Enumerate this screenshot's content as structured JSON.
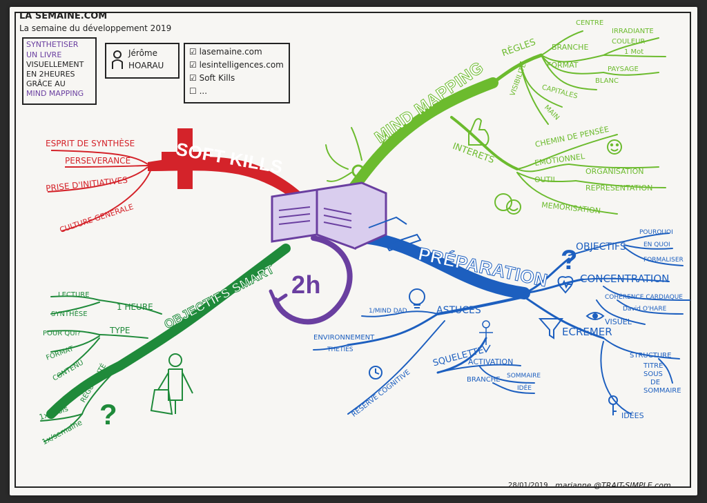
{
  "colors": {
    "red": "#d4232a",
    "green_light": "#6cbb2e",
    "green_dark": "#1f8a3a",
    "blue": "#1d5fbf",
    "purple": "#6a3fa0",
    "ink": "#222222"
  },
  "header": {
    "site": "LA SEMAINE.COM",
    "event": "La semaine du développement 2019"
  },
  "summary_box": {
    "lines": [
      "SYNTHETISER",
      "UN LIVRE",
      "VISUELLEMENT",
      "EN 2HEURES",
      "GRÂCE AU",
      "MIND MAPPING"
    ]
  },
  "author": {
    "first": "Jérôme",
    "last": "HOARAU",
    "icon": "person-icon"
  },
  "links": [
    "lasemaine.com",
    "lesintelligences.com",
    "Soft Kills",
    "..."
  ],
  "center": {
    "label": "2h",
    "icon": "open-book-icon"
  },
  "branches": {
    "soft_kills": {
      "title": "SOFT KILLS",
      "items": [
        "ESPRIT DE SYNTHÈSE",
        "PERSEVERANCE",
        "PRISE D'INITIATIVES",
        "CULTURE GENERALE"
      ]
    },
    "mind_mapping": {
      "title": "MIND MAPPING",
      "regles": "RÈGLES",
      "visibilite": "VISIBILITE",
      "centre": "CENTRE",
      "branche": "BRANCHE",
      "irradiante": "IRRADIANTE",
      "couleur": "COULEUR",
      "un_mot": "1 Mot",
      "format": "FORMAT",
      "paysage": "PAYSAGE",
      "blanc": "BLANC",
      "capitales": "CAPITALES",
      "main": "MAIN",
      "interets": "INTERETS",
      "chemin": "CHEMIN DE PENSÉE",
      "emotionnel": "EMOTIONNEL",
      "organisation": "ORGANISATION",
      "outil": "OUTIL",
      "representation": "REPRESENTATION",
      "memorisation": "MEMORISATION"
    },
    "preparation": {
      "title": "PRÉPARATION",
      "objectifs": "OBJECTIFS",
      "pourquoi": "POURQUOI",
      "en_quoi": "EN QUOI",
      "formaliser": "FORMALISER",
      "concentration": "CONCENTRATION",
      "coherence": "COHÉRENCE CARDIAQUE",
      "david": "David O'HARE",
      "visuel": "VISUEL",
      "ecremer": "ECREMER",
      "structure": "STRUCTURE",
      "titre": "TITRE",
      "sous": "SOUS",
      "de": "DE",
      "sommaire": "SOMMAIRE",
      "idees": "IDÉES",
      "astuces": "ASTUCES",
      "mind_dad": "1/MIND DAD",
      "environnement": "ENVIRONNEMENT",
      "theties": "THETIES",
      "squelette": "SQUELETTE",
      "activation": "ACTIVATION",
      "branche": "BRANCHE",
      "sommaire2": "SOMMAIRE",
      "idee": "IDÉE",
      "reserve": "RÉSERVE COGNITIVE"
    },
    "objectifs_smart": {
      "title": "OBJECTIFS SMART",
      "lecture": "LECTURE",
      "synthese": "SYNTHÈSE",
      "heure": "1 HEURE",
      "type": "TYPE",
      "pour_qui": "POUR QUI?",
      "format": "FORMAT",
      "contenu": "CONTENU",
      "regularite": "RÉGULARITÉ",
      "mois": "1x/mois",
      "semaine": "1x/semaine"
    }
  },
  "footer": {
    "date": "28/01/2019",
    "credit": "marianne @TRAIT-SIMPLE.com"
  }
}
